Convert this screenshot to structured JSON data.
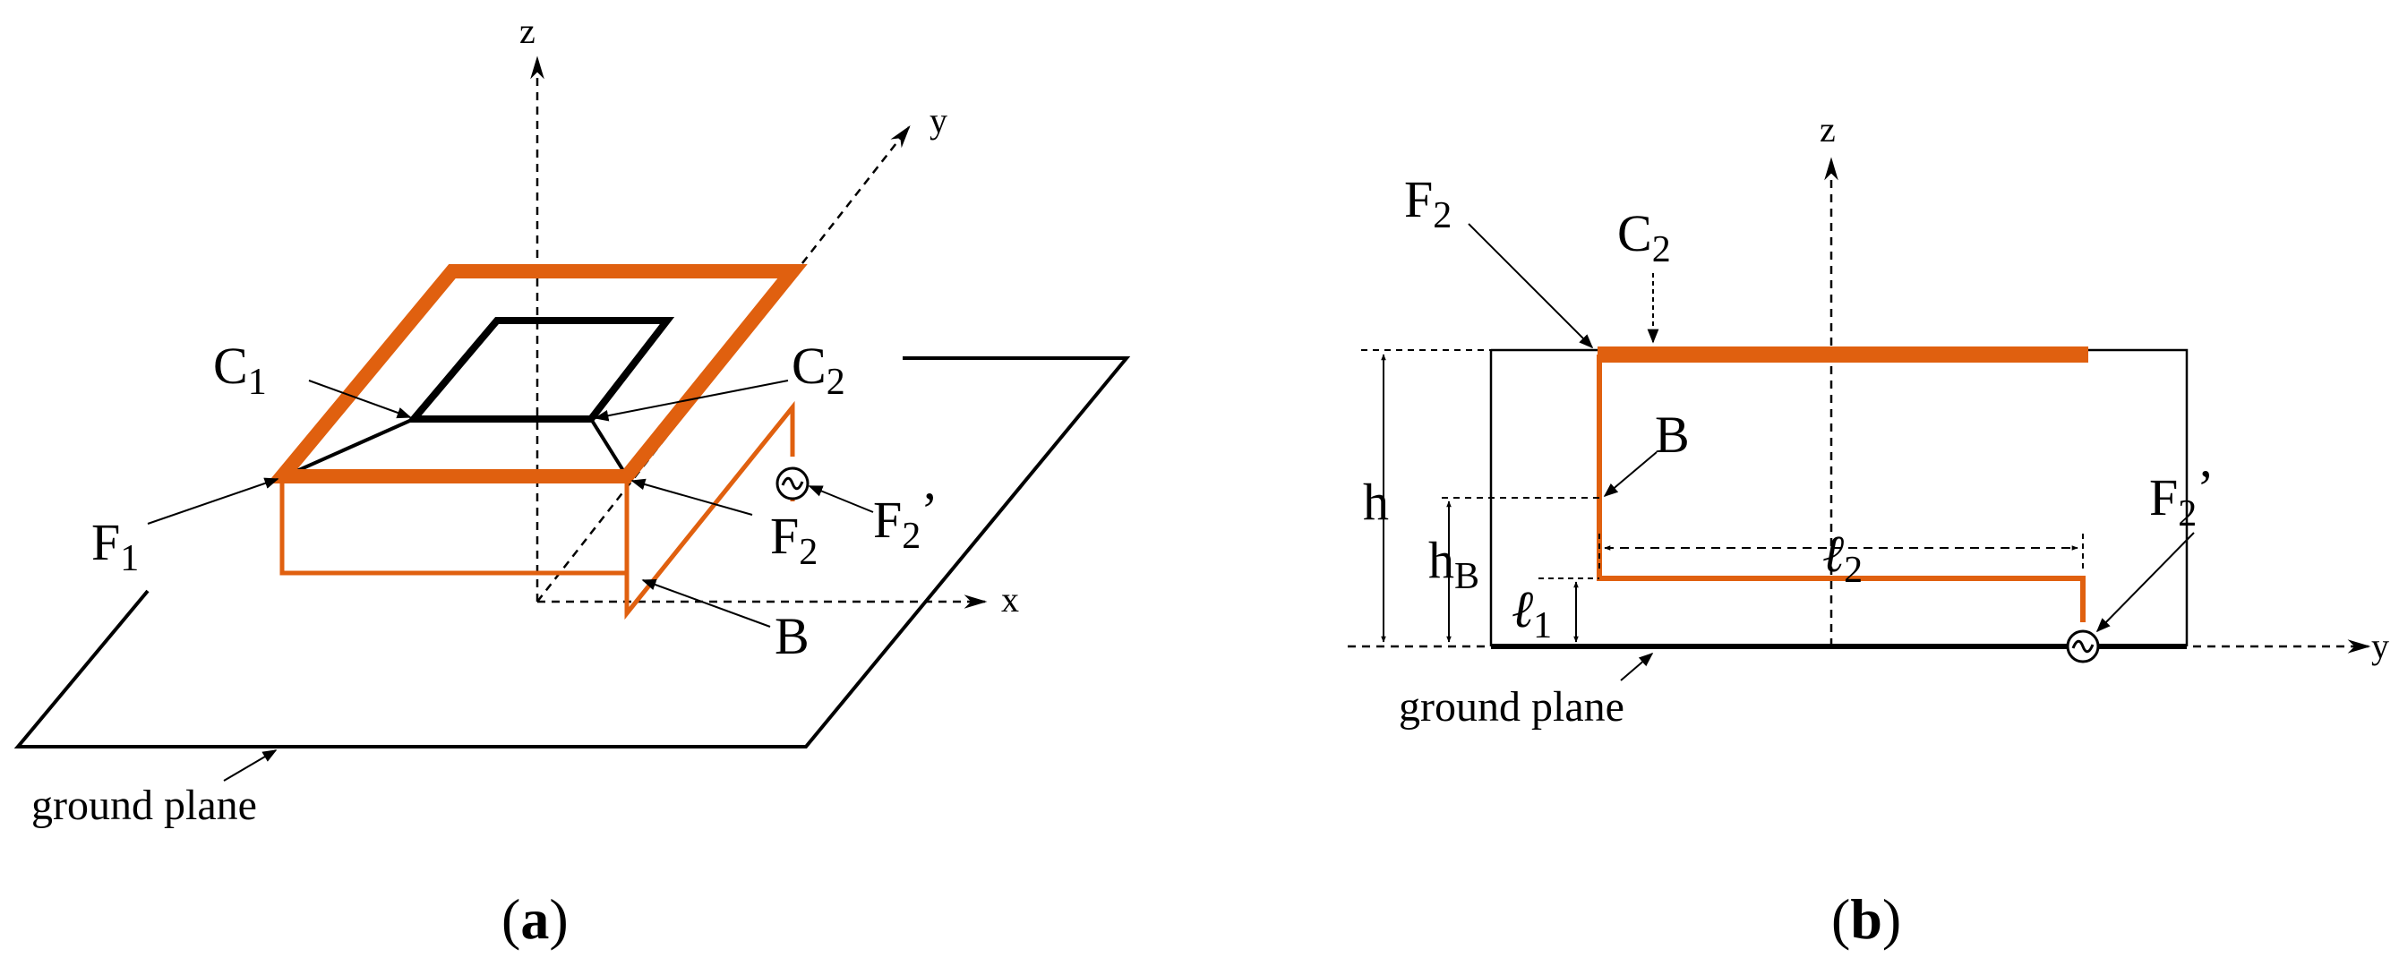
{
  "colors": {
    "antenna": "#e0600f",
    "line": "#000000",
    "background": "#ffffff"
  },
  "panel_a": {
    "caption_open": "(",
    "caption_letter": "a",
    "caption_close": ")",
    "axis_z": "z",
    "axis_y": "y",
    "axis_x": "x",
    "label_C1_main": "C",
    "label_C1_sub": "1",
    "label_C2_main": "C",
    "label_C2_sub": "2",
    "label_F1_main": "F",
    "label_F1_sub": "1",
    "label_F2_main": "F",
    "label_F2_sub": "2",
    "label_F2p_main": "F",
    "label_F2p_sub": "2",
    "label_F2p_prime": "’",
    "label_B": "B",
    "ground_plane": "ground plane"
  },
  "panel_b": {
    "caption_open": "(",
    "caption_letter": "b",
    "caption_close": ")",
    "axis_z": "z",
    "axis_y": "y",
    "label_F2_main": "F",
    "label_F2_sub": "2",
    "label_C2_main": "C",
    "label_C2_sub": "2",
    "label_B": "B",
    "label_F2p_main": "F",
    "label_F2p_sub": "2",
    "label_F2p_prime": "’",
    "label_h": "h",
    "label_hB_main": "h",
    "label_hB_sub": "B",
    "label_l1_main": "ℓ",
    "label_l1_sub": "1",
    "label_l2_main": "ℓ",
    "label_l2_sub": "2",
    "ground_plane": "ground plane"
  }
}
